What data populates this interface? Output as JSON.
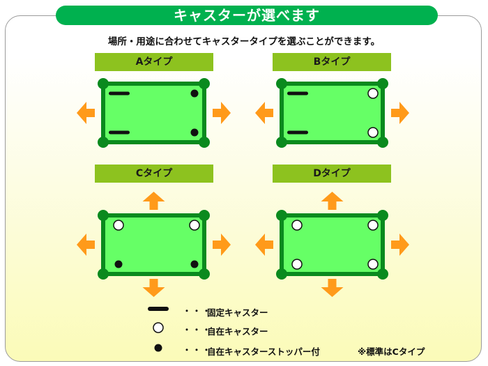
{
  "title": "キャスターが選べます",
  "subtitle": "場所・用途に合わせてキャスタータイプを選ぶことができます。",
  "types": [
    {
      "label": "Aタイプ",
      "casters": [
        "fixed",
        "stopper",
        "fixed",
        "stopper"
      ],
      "directions": [
        "left",
        "right"
      ]
    },
    {
      "label": "Bタイプ",
      "casters": [
        "fixed",
        "swivel",
        "fixed",
        "swivel"
      ],
      "directions": [
        "left",
        "right"
      ]
    },
    {
      "label": "Cタイプ",
      "casters": [
        "swivel",
        "swivel",
        "stopper",
        "stopper"
      ],
      "directions": [
        "left",
        "right",
        "up",
        "down"
      ]
    },
    {
      "label": "Dタイプ",
      "casters": [
        "swivel",
        "swivel",
        "swivel",
        "swivel"
      ],
      "directions": [
        "left",
        "right",
        "up",
        "down"
      ]
    }
  ],
  "legend": {
    "dots": "・・・",
    "fixed": "固定キャスター",
    "swivel": "自在キャスター",
    "stopper": "自在キャスターストッパー付"
  },
  "note": "※標準はCタイプ",
  "colors": {
    "title_bg": "#00b14f",
    "label_bg": "#8dc21f",
    "table_fill": "#66ff66",
    "frame_green": "#0a8a1e",
    "arrow": "#ff9a1a"
  }
}
